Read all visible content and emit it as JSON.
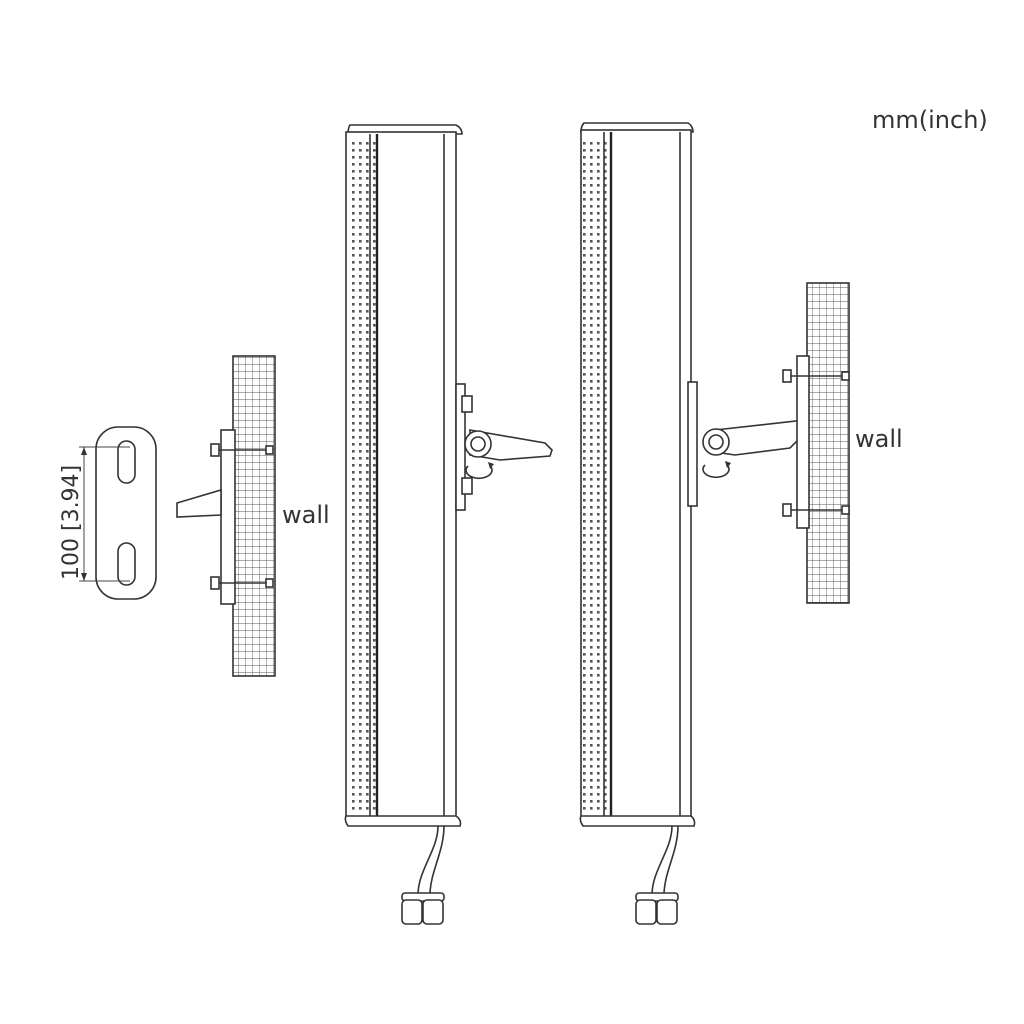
{
  "units_label": "mm(inch)",
  "wall_label": "wall",
  "dimension_label": "100 [3.94]",
  "colors": {
    "line": "#333333",
    "background": "#ffffff"
  }
}
